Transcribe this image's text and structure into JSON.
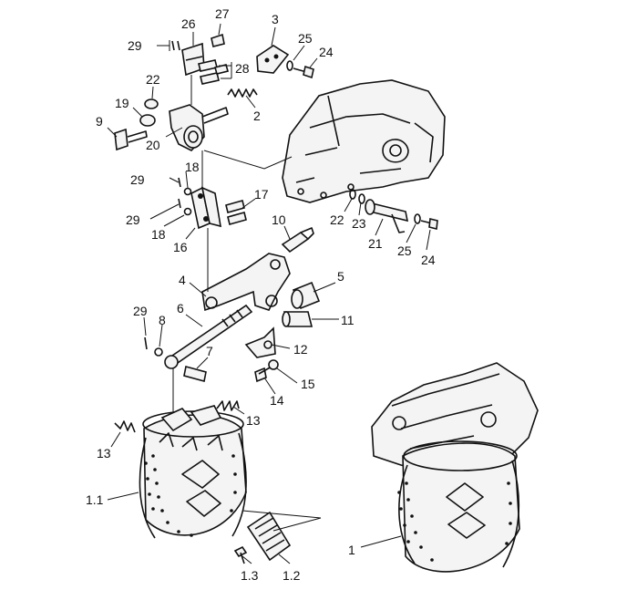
{
  "callouts": {
    "c1": "1",
    "c1_1": "1.1",
    "c1_2": "1.2",
    "c1_3": "1.3",
    "c2": "2",
    "c3": "3",
    "c4": "4",
    "c5": "5",
    "c6": "6",
    "c7": "7",
    "c8": "8",
    "c9": "9",
    "c10": "10",
    "c11": "11",
    "c12": "12",
    "c13a": "13",
    "c13b": "13",
    "c14": "14",
    "c15": "15",
    "c16": "16",
    "c17": "17",
    "c18a": "18",
    "c18b": "18",
    "c19": "19",
    "c20": "20",
    "c21": "21",
    "c22a": "22",
    "c22b": "22",
    "c23": "23",
    "c24a": "24",
    "c24b": "24",
    "c25a": "25",
    "c25b": "25",
    "c26": "26",
    "c27": "27",
    "c28": "28",
    "c29a": "29",
    "c29b": "29",
    "c29c": "29",
    "c29d": "29"
  }
}
